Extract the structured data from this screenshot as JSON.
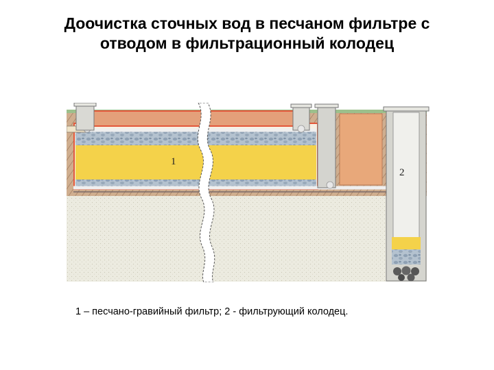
{
  "title": {
    "line1": "Доочистка сточных вод в песчаном фильтре с",
    "line2": "отводом в фильтрационный колодец"
  },
  "labels": {
    "filter_number": "1",
    "well_number": "2"
  },
  "caption": "1 – песчано-гравийный фильтр; 2 - фильтрующий колодец.",
  "colors": {
    "soil": "#c9a585",
    "sand_base": "#ecebe1",
    "filter_sand": "#f4d24a",
    "gravel": "#aab8c6",
    "topsoil_fill": "#e8a87a",
    "well_wall": "#c4c4be",
    "grass": "#9cc08c",
    "pipe": "#ebebeb",
    "liner": "#e3573a"
  }
}
